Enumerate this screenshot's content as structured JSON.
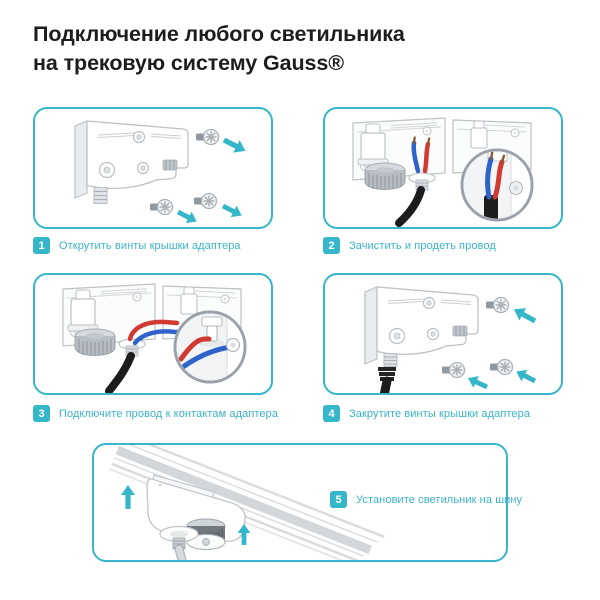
{
  "title": {
    "line1": "Подключение любого светильника",
    "line2": "на трековую систему Gauss®",
    "brand": "Gauss®"
  },
  "steps": [
    {
      "number": "1",
      "label": "Открутить винты крышки адаптера"
    },
    {
      "number": "2",
      "label": "Зачистить и продеть провод"
    },
    {
      "number": "3",
      "label": "Подключите провод к контактам адаптера"
    },
    {
      "number": "4",
      "label": "Закрутите винты крышки адаптера"
    },
    {
      "number": "5",
      "label": "Установите светильник на шину"
    }
  ],
  "colors": {
    "accent_cyan": "#35b7c9",
    "caption_text": "#3ab4c6",
    "title_text": "#1d1d1b",
    "wire_blue": "#2f63c9",
    "wire_red": "#cf3a33",
    "wire_copper_tip": "#8a5a2e",
    "cable_black": "#1c1c1c",
    "illustration_outline": "#bcc2c6",
    "background": "#ffffff"
  }
}
